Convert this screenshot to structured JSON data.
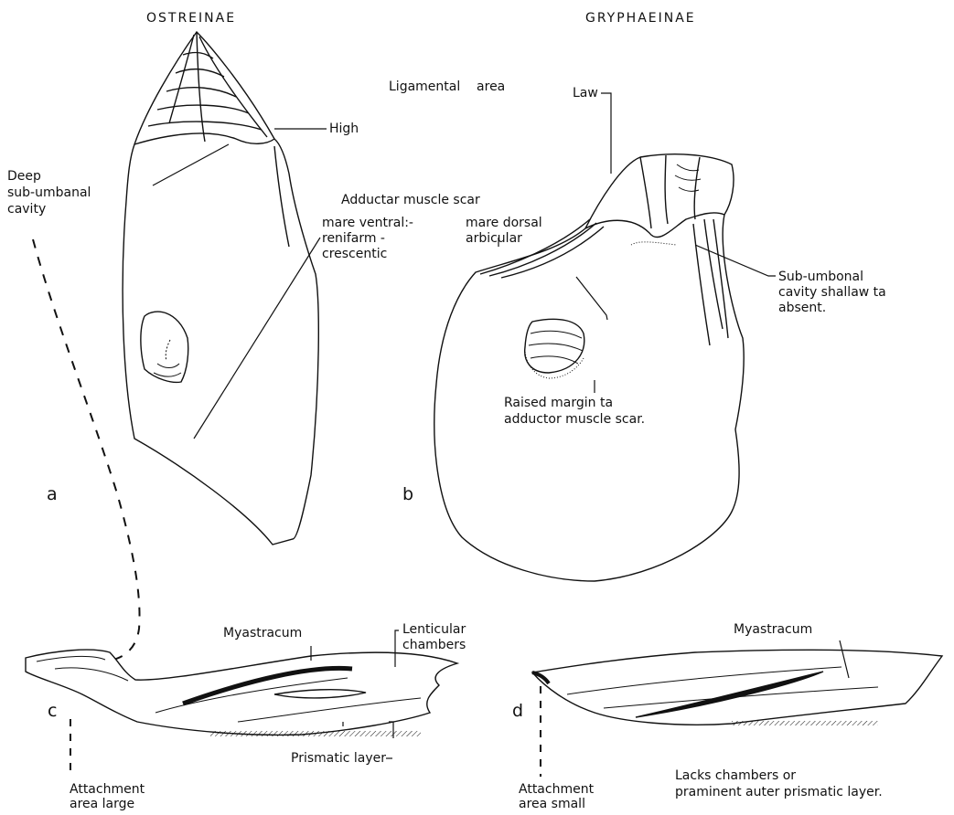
{
  "headers": {
    "left": "OSTREINAE",
    "right": "GRYPHAEINAE"
  },
  "panel_letters": {
    "a": "a",
    "b": "b",
    "c": "c",
    "d": "d"
  },
  "labels": {
    "ligamental_area": "Ligamental    area",
    "high": "High",
    "low": "Law",
    "deep_cavity": [
      "Deep",
      "sub-umbanal",
      "cavity"
    ],
    "adductor_scar": "Adductar muscle scar",
    "ventral": [
      "mare ventral:-",
      "renifarm -",
      "crescentic"
    ],
    "dorsal": [
      "mare dorsal",
      "arbicular"
    ],
    "sub_umbonal_b": [
      "Sub-umbonal",
      "cavity shallaw ta",
      "absent."
    ],
    "raised_margin": [
      "Raised margin ta",
      "adductor muscle scar."
    ],
    "myostracum_c": "Myastracum",
    "lenticular": [
      "Lenticular",
      "chambers"
    ],
    "prismatic": "Prismatic layer",
    "attach_large": [
      "Attachment",
      "area large"
    ],
    "myostracum_d": "Myastracum",
    "lacks": [
      "Lacks chambers  or",
      "praminent auter prismatic layer."
    ],
    "attach_small": [
      "Attachment",
      "area small"
    ]
  },
  "colors": {
    "ink": "#111111",
    "paper": "#ffffff"
  }
}
